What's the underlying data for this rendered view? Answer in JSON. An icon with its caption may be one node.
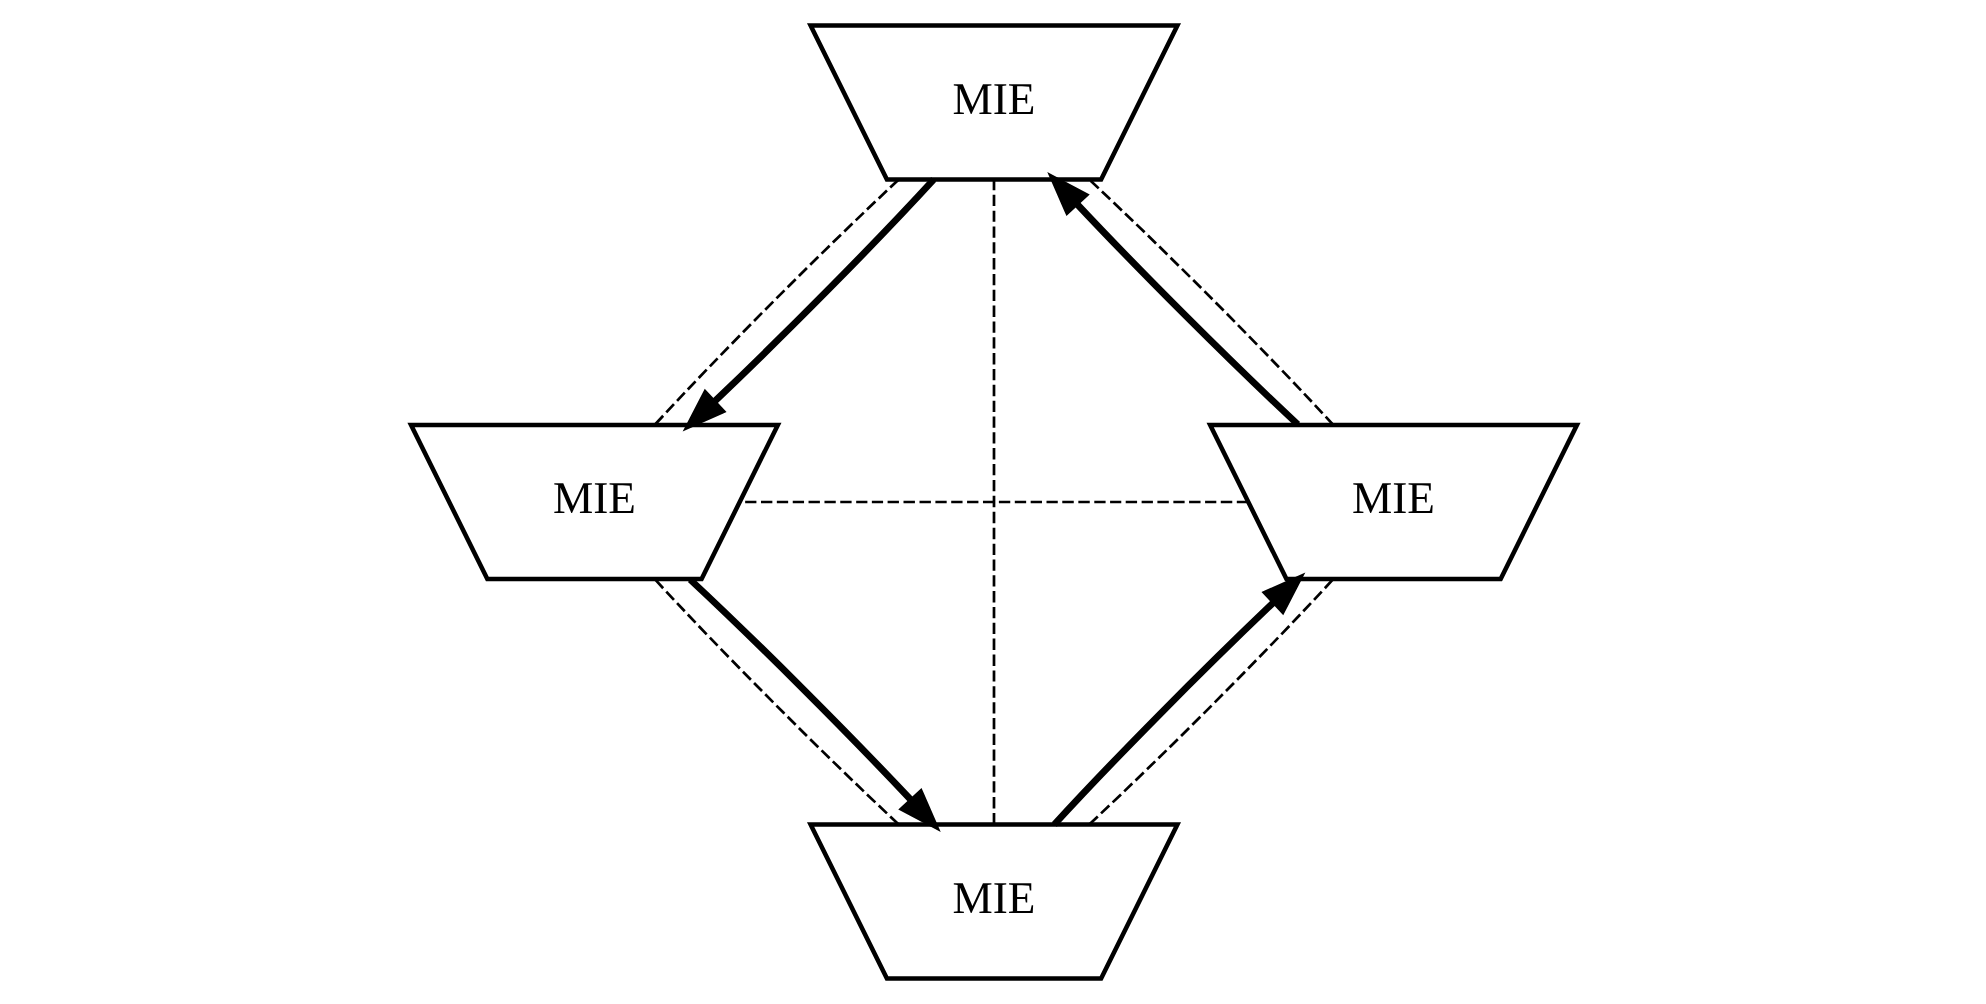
{
  "diagram": {
    "nodes": [
      {
        "text": [
          "MIE"
        ]
      },
      {
        "text": [
          "MIE"
        ]
      },
      {
        "text": [
          "MIE"
        ]
      },
      {
        "text": [
          "MIE"
        ]
      }
    ],
    "edges": [
      {
        "from": 0,
        "to": 1,
        "arrow": "to",
        "style": "thick"
      },
      {
        "from": 1,
        "to": 2,
        "arrow": "to",
        "style": "thick"
      },
      {
        "from": 2,
        "to": 3,
        "arrow": "to",
        "style": "thick"
      },
      {
        "from": 3,
        "to": 0,
        "arrow": "to",
        "style": "thick"
      },
      {
        "from": 0,
        "to": 1,
        "arrow": "none",
        "style": "dashed"
      },
      {
        "from": 0,
        "to": 2,
        "arrow": "none",
        "style": "dashed"
      },
      {
        "from": 0,
        "to": 3,
        "arrow": "none",
        "style": "dashed"
      },
      {
        "from": 1,
        "to": 3,
        "arrow": "none",
        "style": "dashed"
      },
      {
        "from": 1,
        "to": 2,
        "arrow": "none",
        "style": "dashed"
      },
      {
        "from": 2,
        "to": 3,
        "arrow": "none",
        "style": "dashed"
      }
    ]
  }
}
